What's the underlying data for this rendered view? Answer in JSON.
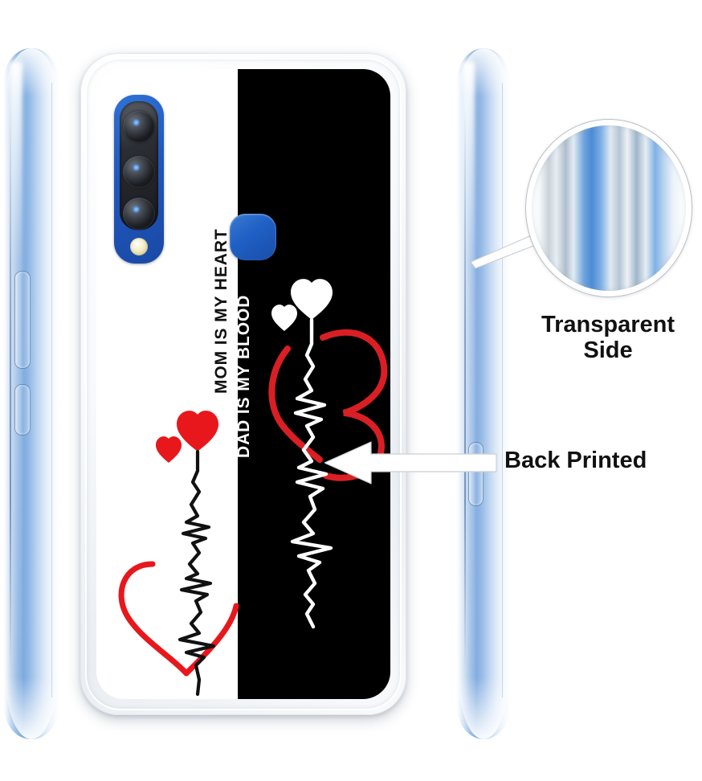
{
  "product": {
    "type": "printed-phone-case",
    "design_title": "MOM IS MY HEART / DAD IS MY BLOOD heartbeat split design"
  },
  "case": {
    "white_panel": {
      "slogan": "MOM IS MY HEART",
      "background_color": "#FFFFFF",
      "ecg_color": "#111111",
      "heart_fill_color": "#E8171B",
      "heart_outline_color": "#E8171B"
    },
    "black_panel": {
      "slogan": "DAD IS MY BLOOD",
      "background_color": "#000000",
      "ecg_color": "#FFFFFF",
      "heart_fill_color": "#FFFFFF",
      "heart_outline_color": "#DA1F24"
    },
    "camera": {
      "module_color": "#1F57BD",
      "lens_count": 3,
      "flash_label": "led-flash"
    },
    "fingerprint_sensor_color": "#1F5FC4",
    "frame_color": "#F2F5F8"
  },
  "callouts": {
    "transparent_side": {
      "label_line1": "Transparent",
      "label_line2": "Side",
      "text_color": "#111111"
    },
    "back_printed": {
      "label": "Back Printed",
      "text_color": "#111111"
    }
  },
  "side_views": {
    "left": {
      "name": "left-side-profile",
      "finish": "blue-gradient-glossy",
      "buttons": [
        "volume-rocker",
        "power-button"
      ]
    },
    "right": {
      "name": "right-side-profile",
      "finish": "blue-gradient-glossy",
      "buttons": [
        "sim-tray"
      ]
    }
  }
}
